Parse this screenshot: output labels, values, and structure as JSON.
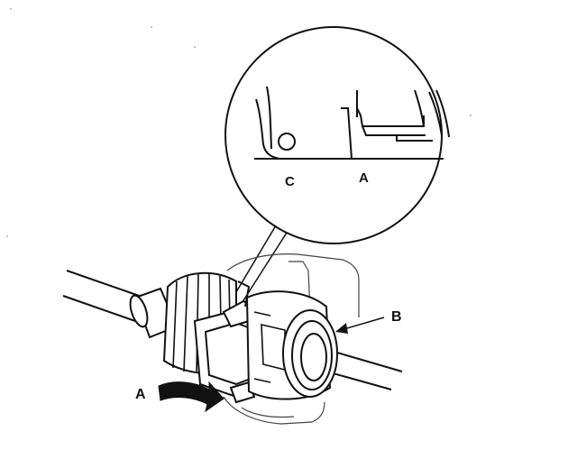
{
  "diagram": {
    "labels": {
      "inset_c": "C",
      "inset_a": "A",
      "callout_b": "B",
      "arrow_a": "A"
    },
    "colors": {
      "ink": "#111111",
      "paper": "#ffffff"
    }
  }
}
